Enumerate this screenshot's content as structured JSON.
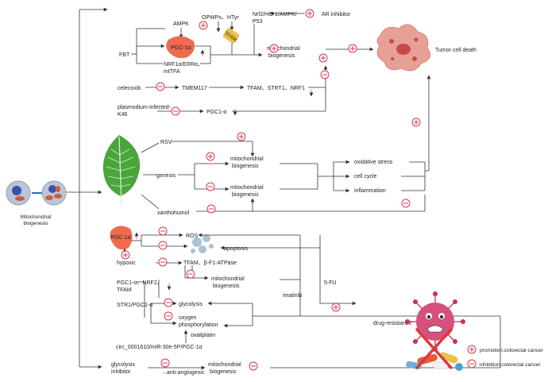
{
  "labels": {
    "fbt": "FBT",
    "ampk": "AMPK",
    "pgc1a_top": "PGC-1α",
    "nrf1_line1": "NRF1α/ERRα、",
    "nrf1_line2": "mtTFA",
    "opwps": "OPWPs、HTyr",
    "tfam_badge": "TFAM",
    "nrf2_line1": "Nrf2/HO-1/AMPK/",
    "nrf2_line2": "P53",
    "ar_inhibitor": "AR inhibitor",
    "mito_top_1": "mitochondrial",
    "mito_top_2": "biogenesis",
    "tumor_cell_death": "Tumor cell death",
    "celecoxib": "celecoxib",
    "tmem117": "TMEM117",
    "tfam_strt1_nrf1": "TFAM、STRT1、NRF1",
    "plasmodium_1": "plasmodium-infected-",
    "plasmodium_2": "K46",
    "pgc1a_small": "PGC1-α",
    "left_caption_1": "Mitochondrial",
    "left_caption_2": "biogenesis",
    "rsv": "RSV",
    "genesis": "genesis",
    "xanthohumol": "xanthohumol",
    "mito_mid1_1": "mitochondrial",
    "mito_mid1_2": "biogenesis",
    "mito_mid2_1": "mitochondrial",
    "mito_mid2_2": "biogenesis",
    "oxidative_stress": "oxidative stress",
    "cell_cycle": "cell cycle",
    "inflammation": "inflammation",
    "pgc1a_low": "PGC-1α",
    "ros": "ROS",
    "apoptosis": "apoptosis",
    "hypoxic": "hypoxic",
    "tfam_atpase": "TFAM、β-F1-ATPase",
    "pgc_nrf2_1": "PGC1-α、NRF2、",
    "pgc_nrf2_2": "TFAM",
    "mito_low_1": "mitochondrial",
    "mito_low_2": "biogenesis",
    "imatinib": "imatinib",
    "fu5": "5-FU",
    "str1": "STR1/PGC1-α",
    "glycolysis": "glycolysis",
    "oxphos_1": "oxygen",
    "oxphos_2": "phosphorylation",
    "oxaliplatin": "oxaliplatin",
    "circ": "circ_0001610/miR-30e-5P/PGC-1α",
    "drug_resistance": "drug-resistance",
    "glyco_inh_1": "glycolysis",
    "glyco_inh_2": "inhibitor",
    "anti_angio": "→anti-angiogenic",
    "mito_bottom_1": "mitochondrial",
    "mito_bottom_2": "biogenesis"
  },
  "legend": {
    "promotion": "promotion;colorectal cancer",
    "inhibition": "inhibition;colorectal cancer"
  },
  "colors": {
    "accent": "#d8374b",
    "line": "#333333",
    "leaf": "#4aa53a",
    "pgc": "#f06a4f"
  }
}
